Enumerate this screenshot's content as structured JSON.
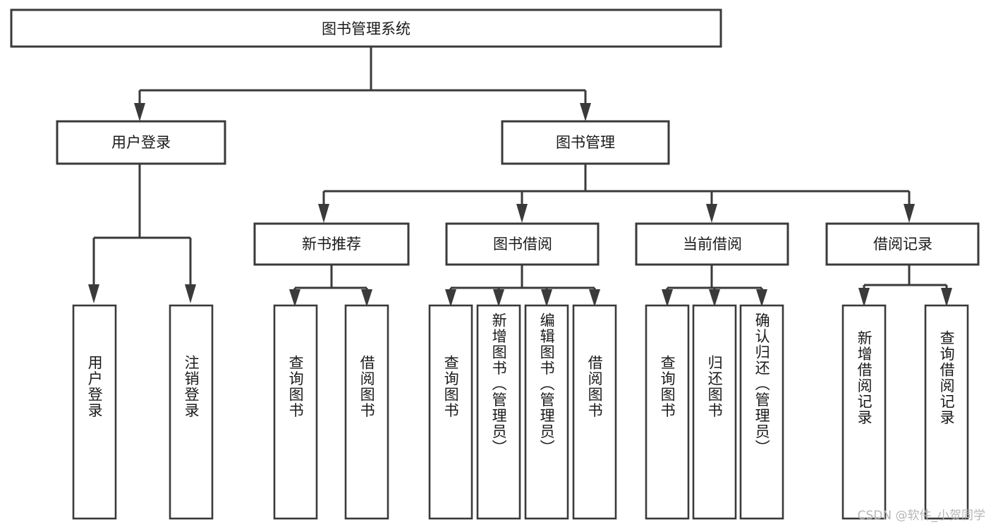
{
  "diagram": {
    "title": "图书管理系统",
    "type": "tree",
    "root": {
      "id": "root",
      "label": "图书管理系统",
      "orientation": "horizontal"
    },
    "level2": [
      {
        "id": "user-login",
        "label": "用户登录",
        "orientation": "horizontal"
      },
      {
        "id": "book-manage",
        "label": "图书管理",
        "orientation": "horizontal"
      }
    ],
    "level3": [
      {
        "id": "new-book-recommend",
        "label": "新书推荐",
        "parent": "book-manage",
        "orientation": "horizontal"
      },
      {
        "id": "book-borrow",
        "label": "图书借阅",
        "parent": "book-manage",
        "orientation": "horizontal"
      },
      {
        "id": "current-borrow",
        "label": "当前借阅",
        "parent": "book-manage",
        "orientation": "horizontal"
      },
      {
        "id": "borrow-record",
        "label": "借阅记录",
        "parent": "book-manage",
        "orientation": "horizontal"
      }
    ],
    "leaves": [
      {
        "id": "leaf-user-login",
        "label": "用户登录",
        "parent": "user-login",
        "orientation": "vertical"
      },
      {
        "id": "leaf-user-logout",
        "label": "注销登录",
        "parent": "user-login",
        "orientation": "vertical"
      },
      {
        "id": "leaf-query-book-1",
        "label": "查询图书",
        "parent": "new-book-recommend",
        "orientation": "vertical"
      },
      {
        "id": "leaf-borrow-book-1",
        "label": "借阅图书",
        "parent": "new-book-recommend",
        "orientation": "vertical"
      },
      {
        "id": "leaf-query-book-2",
        "label": "查询图书",
        "parent": "book-borrow",
        "orientation": "vertical"
      },
      {
        "id": "leaf-add-book",
        "label": "新增图书（管理员）",
        "parent": "book-borrow",
        "orientation": "vertical"
      },
      {
        "id": "leaf-edit-book",
        "label": "编辑图书（管理员）",
        "parent": "book-borrow",
        "orientation": "vertical"
      },
      {
        "id": "leaf-borrow-book-2",
        "label": "借阅图书",
        "parent": "book-borrow",
        "orientation": "vertical"
      },
      {
        "id": "leaf-query-book-3",
        "label": "查询图书",
        "parent": "current-borrow",
        "orientation": "vertical"
      },
      {
        "id": "leaf-return-book",
        "label": "归还图书",
        "parent": "current-borrow",
        "orientation": "vertical"
      },
      {
        "id": "leaf-confirm-return",
        "label": "确认归还（管理员）",
        "parent": "current-borrow",
        "orientation": "vertical"
      },
      {
        "id": "leaf-add-record",
        "label": "新增借阅记录",
        "parent": "borrow-record",
        "orientation": "vertical"
      },
      {
        "id": "leaf-query-record",
        "label": "查询借阅记录",
        "parent": "borrow-record",
        "orientation": "vertical"
      }
    ],
    "colors": {
      "stroke": "#3a3a3a",
      "fill": "#ffffff",
      "text": "#1a1a1a",
      "watermark": "#b6b6b6",
      "background": "#ffffff"
    }
  },
  "watermark": {
    "text": "CSDN @软件_小贺同学"
  }
}
